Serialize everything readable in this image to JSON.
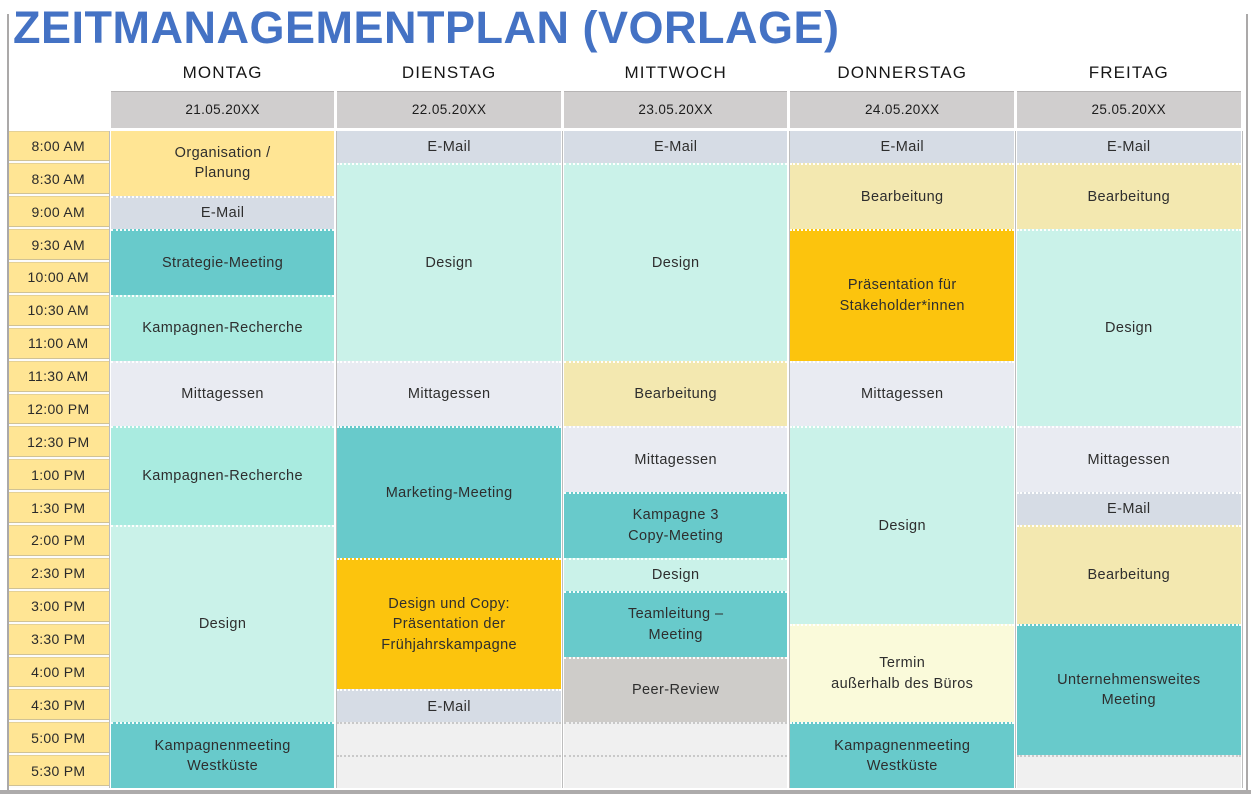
{
  "title": "ZEITMANAGEMENTPLAN (VORLAGE)",
  "palette": {
    "titleBlue": "#4472C4",
    "dateRowBg": "#D0CECE",
    "gold": "#FFE594",
    "paleYellow": "#F3E8B0",
    "cream": "#FAFADA",
    "orange": "#FCC40D",
    "teal": "#68CACB",
    "mint": "#A9EBE0",
    "paleMint": "#CAF2E9",
    "grayBlue": "#D6DCE5",
    "lavender": "#E9EBF2",
    "gray": "#CECCC9",
    "empty": "#F0F0F0"
  },
  "times": [
    "8:00 AM",
    "8:30 AM",
    "9:00 AM",
    "9:30 AM",
    "10:00 AM",
    "10:30 AM",
    "11:00 AM",
    "11:30 AM",
    "12:00 PM",
    "12:30 PM",
    "1:00 PM",
    "1:30 PM",
    "2:00 PM",
    "2:30 PM",
    "3:00 PM",
    "3:30 PM",
    "4:00 PM",
    "4:30 PM",
    "5:00 PM",
    "5:30 PM"
  ],
  "days": [
    {
      "name": "MONTAG",
      "date": "21.05.20XX",
      "events": [
        {
          "label": "Organisation /\nPlanung",
          "rows": 2,
          "color": "gold"
        },
        {
          "label": "E-Mail",
          "rows": 1,
          "color": "grayBlue"
        },
        {
          "label": "Strategie-Meeting",
          "rows": 2,
          "color": "teal"
        },
        {
          "label": "Kampagnen-Recherche",
          "rows": 2,
          "color": "mint"
        },
        {
          "label": "Mittagessen",
          "rows": 2,
          "color": "lavender"
        },
        {
          "label": "Kampagnen-Recherche",
          "rows": 3,
          "color": "mint"
        },
        {
          "label": "Design",
          "rows": 6,
          "color": "paleMint"
        },
        {
          "label": "Kampagnenmeeting\nWestküste",
          "rows": 2,
          "color": "teal"
        }
      ]
    },
    {
      "name": "DIENSTAG",
      "date": "22.05.20XX",
      "events": [
        {
          "label": "E-Mail",
          "rows": 1,
          "color": "grayBlue"
        },
        {
          "label": "Design",
          "rows": 6,
          "color": "paleMint"
        },
        {
          "label": "Mittagessen",
          "rows": 2,
          "color": "lavender"
        },
        {
          "label": "Marketing-Meeting",
          "rows": 4,
          "color": "teal"
        },
        {
          "label": "Design und Copy:\nPräsentation der\nFrühjahrskampagne",
          "rows": 4,
          "color": "orange"
        },
        {
          "label": "E-Mail",
          "rows": 1,
          "color": "grayBlue"
        },
        {
          "label": "",
          "rows": 1,
          "color": "empty"
        },
        {
          "label": "",
          "rows": 1,
          "color": "empty"
        }
      ]
    },
    {
      "name": "MITTWOCH",
      "date": "23.05.20XX",
      "events": [
        {
          "label": "E-Mail",
          "rows": 1,
          "color": "grayBlue"
        },
        {
          "label": "Design",
          "rows": 6,
          "color": "paleMint"
        },
        {
          "label": "Bearbeitung",
          "rows": 2,
          "color": "paleYellow"
        },
        {
          "label": "Mittagessen",
          "rows": 2,
          "color": "lavender"
        },
        {
          "label": "Kampagne 3\nCopy-Meeting",
          "rows": 2,
          "color": "teal"
        },
        {
          "label": "Design",
          "rows": 1,
          "color": "paleMint"
        },
        {
          "label": "Teamleitung –\nMeeting",
          "rows": 2,
          "color": "teal"
        },
        {
          "label": "Peer-Review",
          "rows": 2,
          "color": "gray"
        },
        {
          "label": "",
          "rows": 1,
          "color": "empty"
        },
        {
          "label": "",
          "rows": 1,
          "color": "empty"
        }
      ]
    },
    {
      "name": "DONNERSTAG",
      "date": "24.05.20XX",
      "events": [
        {
          "label": "E-Mail",
          "rows": 1,
          "color": "grayBlue"
        },
        {
          "label": "Bearbeitung",
          "rows": 2,
          "color": "paleYellow"
        },
        {
          "label": "Präsentation für\nStakeholder*innen",
          "rows": 4,
          "color": "orange"
        },
        {
          "label": "Mittagessen",
          "rows": 2,
          "color": "lavender"
        },
        {
          "label": "Design",
          "rows": 6,
          "color": "paleMint"
        },
        {
          "label": "Termin\naußerhalb des Büros",
          "rows": 3,
          "color": "cream"
        },
        {
          "label": "Kampagnenmeeting\nWestküste",
          "rows": 2,
          "color": "teal"
        }
      ]
    },
    {
      "name": "FREITAG",
      "date": "25.05.20XX",
      "events": [
        {
          "label": "E-Mail",
          "rows": 1,
          "color": "grayBlue"
        },
        {
          "label": "Bearbeitung",
          "rows": 2,
          "color": "paleYellow"
        },
        {
          "label": "Design",
          "rows": 6,
          "color": "paleMint"
        },
        {
          "label": "Mittagessen",
          "rows": 2,
          "color": "lavender"
        },
        {
          "label": "E-Mail",
          "rows": 1,
          "color": "grayBlue"
        },
        {
          "label": "Bearbeitung",
          "rows": 3,
          "color": "paleYellow"
        },
        {
          "label": "Unternehmensweites\nMeeting",
          "rows": 4,
          "color": "teal"
        },
        {
          "label": "",
          "rows": 1,
          "color": "empty"
        }
      ]
    }
  ]
}
